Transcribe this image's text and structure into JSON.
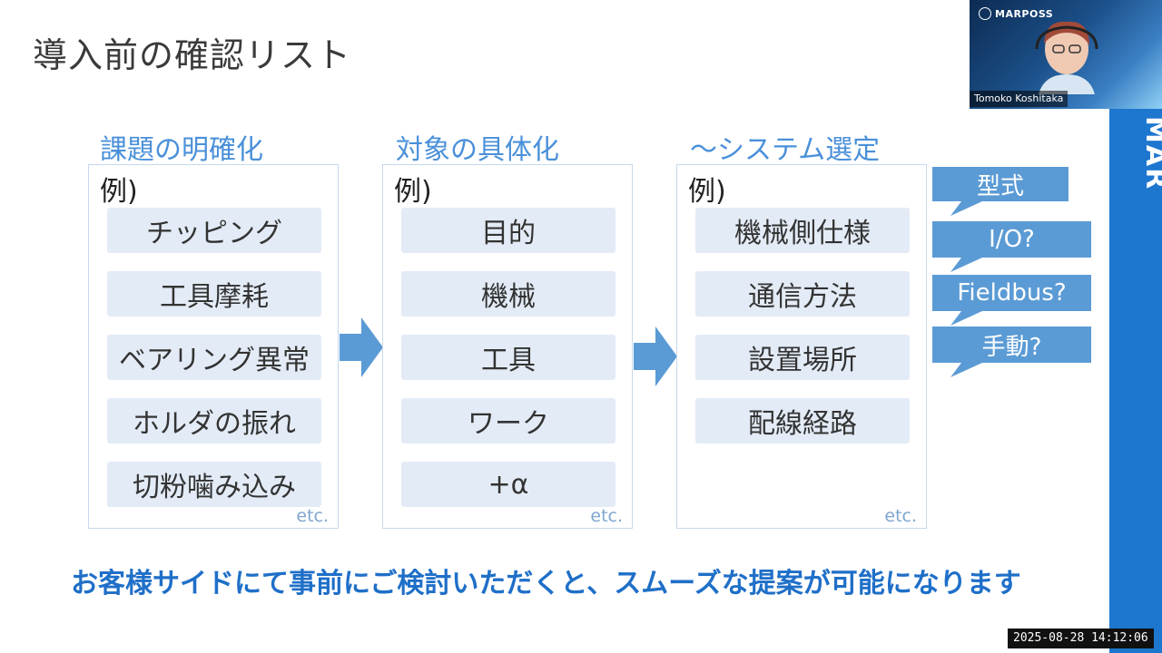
{
  "slide": {
    "title": "導入前の確認リスト",
    "columns": [
      {
        "title": "課題の明確化",
        "example_label": "例)",
        "items": [
          "チッピング",
          "工具摩耗",
          "ベアリング異常",
          "ホルダの振れ",
          "切粉噛み込み"
        ],
        "etc": "etc."
      },
      {
        "title": "対象の具体化",
        "example_label": "例)",
        "items": [
          "目的",
          "機械",
          "工具",
          "ワーク",
          "+α"
        ],
        "etc": "etc."
      },
      {
        "title": "～システム選定",
        "example_label": "例)",
        "items": [
          "機械側仕様",
          "通信方法",
          "設置場所",
          "配線経路"
        ],
        "etc": "etc."
      }
    ],
    "bubbles": [
      "型式",
      "I/O?",
      "Fieldbus?",
      "手動?"
    ],
    "bottom_message": "お客様サイドにて事前にご検討いただくと、スムーズな提案が可能になります",
    "side_brand": "MAR"
  },
  "video": {
    "brand": "MARPOSS",
    "participant_name": "Tomoko Koshitaka"
  },
  "timestamp": "2025-08-28 14:12:06",
  "colors": {
    "accent": "#4a90d9",
    "item_bg": "#e3ebf6",
    "bubble": "#5b9bd5",
    "message": "#1f6fc8",
    "side_bar": "#1e77cf"
  }
}
